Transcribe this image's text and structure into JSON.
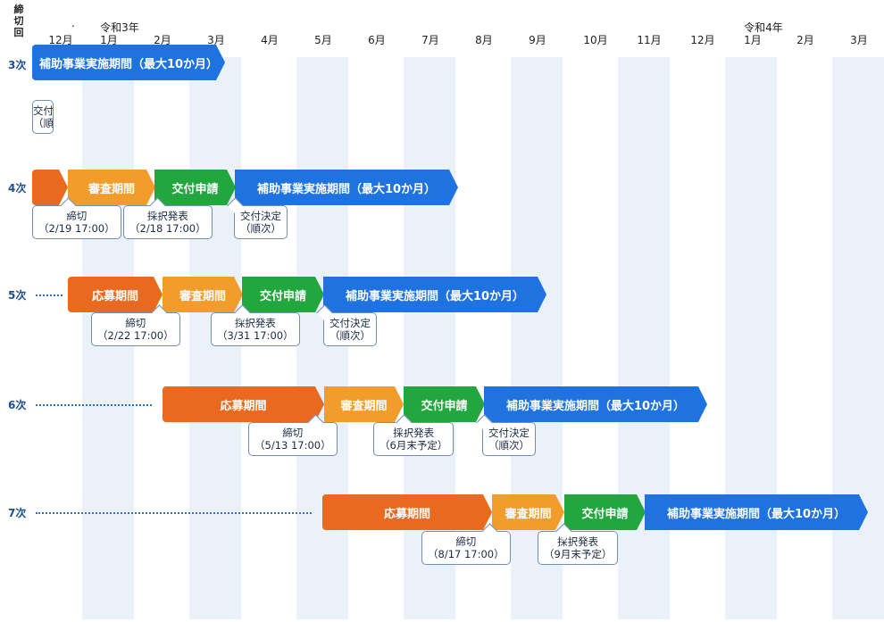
{
  "header": {
    "corner_label": "締切回",
    "dot_mark": ".",
    "era_labels": [
      {
        "text": "令和3年",
        "month_index": 1
      },
      {
        "text": "令和4年",
        "month_index": 13
      }
    ],
    "months": [
      "12月",
      "1月",
      "2月",
      "3月",
      "4月",
      "5月",
      "6月",
      "7月",
      "8月",
      "9月",
      "10月",
      "11月",
      "12月",
      "1月",
      "2月",
      "3月"
    ]
  },
  "colors": {
    "application": "#e96a1f",
    "review": "#f29c2b",
    "grant_application": "#22a73f",
    "implementation": "#1f73e0",
    "stripe": "#eaf1f8"
  },
  "rounds": [
    {
      "label": "3次",
      "segments": [
        {
          "type": "implementation",
          "text": "補助事業実施期間（最大10か月）"
        }
      ],
      "callouts": [
        {
          "lines": [
            "交付決定",
            "（順次）"
          ]
        }
      ]
    },
    {
      "label": "4次",
      "segments": [
        {
          "type": "application",
          "text": ""
        },
        {
          "type": "review",
          "text": "審査期間"
        },
        {
          "type": "grant_application",
          "text": "交付申請"
        },
        {
          "type": "implementation",
          "text": "補助事業実施期間（最大10か月）"
        }
      ],
      "callouts": [
        {
          "lines": [
            "締切",
            "（2/19 17:00）"
          ]
        },
        {
          "lines": [
            "採択発表",
            "（2/18 17:00）"
          ]
        },
        {
          "lines": [
            "交付決定",
            "（順次）"
          ]
        }
      ]
    },
    {
      "label": "5次",
      "segments": [
        {
          "type": "application",
          "text": "応募期間"
        },
        {
          "type": "review",
          "text": "審査期間"
        },
        {
          "type": "grant_application",
          "text": "交付申請"
        },
        {
          "type": "implementation",
          "text": "補助事業実施期間（最大10か月）"
        }
      ],
      "callouts": [
        {
          "lines": [
            "締切",
            "（2/22 17:00）"
          ]
        },
        {
          "lines": [
            "採択発表",
            "（3/31 17:00）"
          ]
        },
        {
          "lines": [
            "交付決定",
            "（順次）"
          ]
        }
      ]
    },
    {
      "label": "6次",
      "segments": [
        {
          "type": "application",
          "text": "応募期間"
        },
        {
          "type": "review",
          "text": "審査期間"
        },
        {
          "type": "grant_application",
          "text": "交付申請"
        },
        {
          "type": "implementation",
          "text": "補助事業実施期間（最大10か月）"
        }
      ],
      "callouts": [
        {
          "lines": [
            "締切",
            "（5/13 17:00）"
          ]
        },
        {
          "lines": [
            "採択発表",
            "（6月末予定）"
          ]
        },
        {
          "lines": [
            "交付決定",
            "（順次）"
          ]
        }
      ]
    },
    {
      "label": "7次",
      "segments": [
        {
          "type": "application",
          "text": "応募期間"
        },
        {
          "type": "review",
          "text": "審査期間"
        },
        {
          "type": "grant_application",
          "text": "交付申請"
        },
        {
          "type": "implementation",
          "text": "補助事業実施期間（最大10か月）"
        }
      ],
      "callouts": [
        {
          "lines": [
            "締切",
            "（8/17 17:00）"
          ]
        },
        {
          "lines": [
            "採択発表",
            "（9月末予定）"
          ]
        }
      ]
    }
  ]
}
